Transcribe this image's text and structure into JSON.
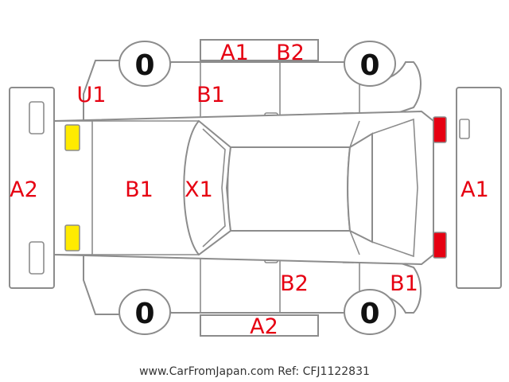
{
  "tires": {
    "front_left": "0",
    "front_right": "0",
    "rear_left": "0",
    "rear_right": "0"
  },
  "labels": {
    "top_door_front": "A1",
    "top_door_rear": "B2",
    "top_front_fender": "U1",
    "top_pillar": "B1",
    "front_bumper": "A2",
    "hood": "B1",
    "windshield": "X1",
    "rear_bumper": "A1",
    "bottom_door_rear": "B2",
    "bottom_quarter": "B1",
    "bottom_door_front": "A2"
  },
  "colors": {
    "headlight": "#ffeb00",
    "taillight": "#e60012",
    "damage_code": "#e60012"
  },
  "footer": "www.CarFromJapan.com Ref: CFJ1122831"
}
